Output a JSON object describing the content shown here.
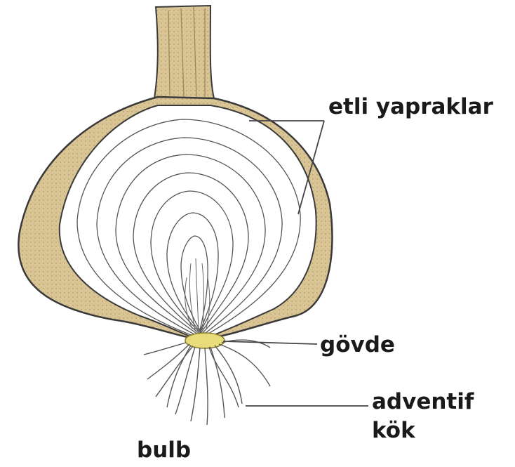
{
  "labels": {
    "fleshy_leaves": "etli yapraklar",
    "stem": "gövde",
    "adventitious_root_line1": "adventif",
    "adventitious_root_line2": "kök",
    "title": "bulb"
  },
  "colors": {
    "outer_skin": "#d9c596",
    "skin_dark": "#b49a5c",
    "flesh": "#ffffff",
    "outline": "#3a3a3a",
    "stem_plate": "#e8dc7a",
    "leader_line": "#444444"
  }
}
